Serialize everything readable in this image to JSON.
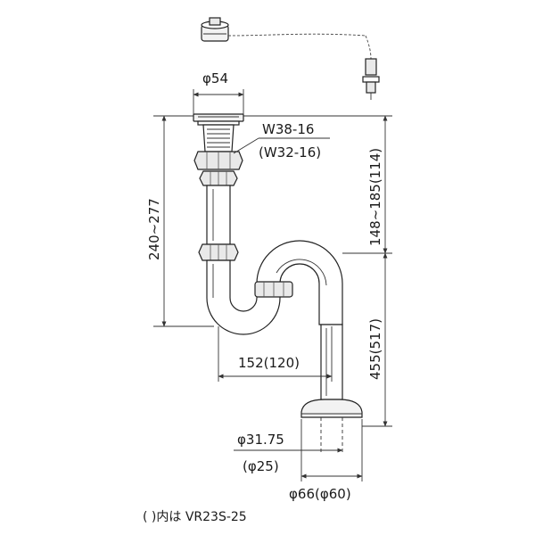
{
  "dimensions": {
    "drain_diameter": "φ54",
    "thread_main": "W38-16",
    "thread_alt": "(W32-16)",
    "total_height": "240~277",
    "upper_height": "148~185(114)",
    "lower_height": "455(517)",
    "offset_width": "152(120)",
    "pipe_diameter_main": "φ31.75",
    "pipe_diameter_alt": "(φ25)",
    "flange_diameter": "φ66(φ60)"
  },
  "note": "( )内は VR23S-25"
}
